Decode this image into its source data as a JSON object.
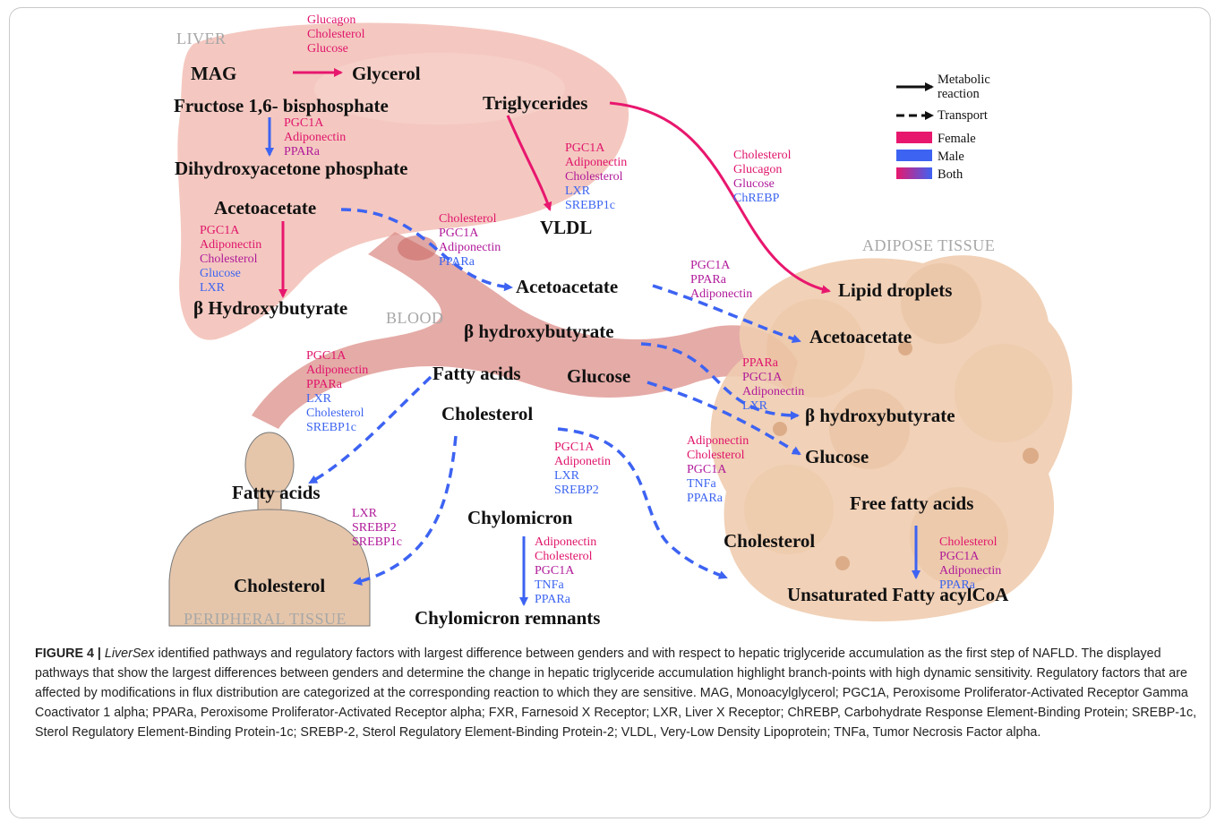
{
  "regions": {
    "liver": "LIVER",
    "blood": "BLOOD",
    "adipose": "ADIPOSE TISSUE",
    "peripheral": "PERIPHERAL TISSUE"
  },
  "nodes": {
    "mag": "MAG",
    "glycerol": "Glycerol",
    "fructose": "Fructose 1,6- bisphosphate",
    "dhap": "Dihydroxyacetone phosphate",
    "triglycerides": "Triglycerides",
    "vldl": "VLDL",
    "acetoacetate_liver": "Acetoacetate",
    "bhb_liver": "β Hydroxybutyrate",
    "acetoacetate_blood": "Acetoacetate",
    "bhb_blood": "β hydroxybutyrate",
    "fatty_acids_blood": "Fatty acids",
    "glucose_blood": "Glucose",
    "cholesterol_blood": "Cholesterol",
    "chylomicron": "Chylomicron",
    "chylomicron_remnants": "Chylomicron remnants",
    "lipid_droplets": "Lipid droplets",
    "acetoacetate_adipose": "Acetoacetate",
    "bhb_adipose": "β hydroxybutyrate",
    "glucose_adipose": "Glucose",
    "ffa": "Free fatty acids",
    "cholesterol_adipose": "Cholesterol",
    "ufa_coa": "Unsaturated Fatty acylCoA",
    "fatty_acids_peripheral": "Fatty acids",
    "cholesterol_peripheral": "Cholesterol"
  },
  "regulators": {
    "mag_glycerol": [
      {
        "text": "Glucagon",
        "sex": "female"
      },
      {
        "text": "Cholesterol",
        "sex": "female"
      },
      {
        "text": "Glucose",
        "sex": "female"
      }
    ],
    "fructose_dhap": [
      {
        "text": "PGC1A",
        "sex": "female"
      },
      {
        "text": "Adiponectin",
        "sex": "female"
      },
      {
        "text": "PPARa",
        "sex": "both"
      }
    ],
    "triglycerides_vldl": [
      {
        "text": "PGC1A",
        "sex": "female"
      },
      {
        "text": "Adiponectin",
        "sex": "female"
      },
      {
        "text": "Cholesterol",
        "sex": "both"
      },
      {
        "text": "LXR",
        "sex": "male"
      },
      {
        "text": "SREBP1c",
        "sex": "male"
      }
    ],
    "triglycerides_lipid": [
      {
        "text": "Cholesterol",
        "sex": "female"
      },
      {
        "text": "Glucagon",
        "sex": "female"
      },
      {
        "text": "Glucose",
        "sex": "both"
      },
      {
        "text": "ChREBP",
        "sex": "male"
      }
    ],
    "acetoacetate_bhb_liver": [
      {
        "text": "PGC1A",
        "sex": "female"
      },
      {
        "text": "Adiponectin",
        "sex": "female"
      },
      {
        "text": "Cholesterol",
        "sex": "both"
      },
      {
        "text": "Glucose",
        "sex": "male"
      },
      {
        "text": "LXR",
        "sex": "male"
      }
    ],
    "acetoacetate_blood": [
      {
        "text": "Cholesterol",
        "sex": "female"
      },
      {
        "text": "PGC1A",
        "sex": "both"
      },
      {
        "text": "Adiponectin",
        "sex": "both"
      },
      {
        "text": "PPARa",
        "sex": "male"
      }
    ],
    "acetoacetate_adipose": [
      {
        "text": "PGC1A",
        "sex": "both"
      },
      {
        "text": "PPARa",
        "sex": "both"
      },
      {
        "text": "Adiponectin",
        "sex": "both"
      }
    ],
    "fatty_acids_peripheral": [
      {
        "text": "PGC1A",
        "sex": "female"
      },
      {
        "text": "Adiponectin",
        "sex": "female"
      },
      {
        "text": "PPARa",
        "sex": "female"
      },
      {
        "text": "LXR",
        "sex": "male"
      },
      {
        "text": "Cholesterol",
        "sex": "male"
      },
      {
        "text": "SREBP1c",
        "sex": "male"
      }
    ],
    "bhb_adipose": [
      {
        "text": "PPARa",
        "sex": "female"
      },
      {
        "text": "PGC1A",
        "sex": "both"
      },
      {
        "text": "Adiponectin",
        "sex": "both"
      },
      {
        "text": "LXR",
        "sex": "male"
      }
    ],
    "glucose_adipose": [
      {
        "text": "Adiponectin",
        "sex": "female"
      },
      {
        "text": "Cholesterol",
        "sex": "female"
      },
      {
        "text": "PGC1A",
        "sex": "both"
      },
      {
        "text": "TNFa",
        "sex": "male"
      },
      {
        "text": "PPARa",
        "sex": "male"
      }
    ],
    "cholesterol_adipose": [
      {
        "text": "PGC1A",
        "sex": "female"
      },
      {
        "text": "Adiponetin",
        "sex": "female"
      },
      {
        "text": "LXR",
        "sex": "male"
      },
      {
        "text": "SREBP2",
        "sex": "male"
      }
    ],
    "cholesterol_peripheral": [
      {
        "text": "LXR",
        "sex": "both"
      },
      {
        "text": "SREBP2",
        "sex": "both"
      },
      {
        "text": "SREBP1c",
        "sex": "both"
      }
    ],
    "chylomicron": [
      {
        "text": "Adiponectin",
        "sex": "female"
      },
      {
        "text": "Cholesterol",
        "sex": "female"
      },
      {
        "text": "PGC1A",
        "sex": "both"
      },
      {
        "text": "TNFa",
        "sex": "male"
      },
      {
        "text": "PPARa",
        "sex": "male"
      }
    ],
    "ffa_ufa": [
      {
        "text": "Cholesterol",
        "sex": "female"
      },
      {
        "text": "PGC1A",
        "sex": "both"
      },
      {
        "text": "Adiponectin",
        "sex": "both"
      },
      {
        "text": "PPARa",
        "sex": "male"
      }
    ]
  },
  "legend": {
    "metabolic": "Metabolic reaction",
    "metabolic_line1": "Metabolic",
    "metabolic_line2": "reaction",
    "transport": "Transport",
    "female": "Female",
    "male": "Male",
    "both": "Both"
  },
  "colors": {
    "female": "#e8176e",
    "male": "#3d63f2",
    "both": "#b01a9a",
    "liver_fill": "#f3c5bd",
    "blood_vessel": "#dc8f8a",
    "adipose_fill": "#f0cdb0"
  },
  "caption": {
    "figure_label": "FIGURE 4 |",
    "app_name": "LiverSex",
    "text": "identified pathways and regulatory factors with largest difference between genders and with respect to hepatic triglyceride accumulation as the first step of NAFLD. The displayed pathways that show the largest differences between genders and determine the change in hepatic triglyceride accumulation highlight branch-points with high dynamic sensitivity. Regulatory factors that are affected by modifications in flux distribution are categorized at the corresponding reaction to which they are sensitive. MAG, Monoacylglycerol; PGC1A, Peroxisome Proliferator-Activated Receptor Gamma Coactivator 1 alpha; PPARa, Peroxisome Proliferator-Activated Receptor alpha; FXR, Farnesoid X Receptor; LXR, Liver X Receptor; ChREBP, Carbohydrate Response Element-Binding Protein; SREBP-1c, Sterol Regulatory Element-Binding Protein-1c; SREBP-2, Sterol Regulatory Element-Binding Protein-2; VLDL, Very-Low Density Lipoprotein; TNFa, Tumor Necrosis Factor alpha."
  }
}
